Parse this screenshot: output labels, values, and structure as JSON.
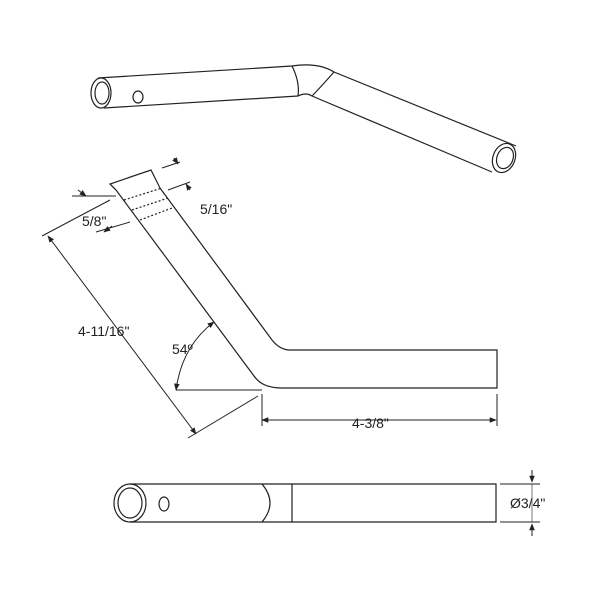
{
  "dimensions": {
    "upper_leg_length": "4-11/16\"",
    "bend_angle": "54º",
    "lower_leg_length": "4-3/8\"",
    "end_offset": "5/8\"",
    "end_width": "5/16\"",
    "diameter": "Ø3/4\""
  },
  "colors": {
    "line": "#222222",
    "background": "#ffffff"
  }
}
